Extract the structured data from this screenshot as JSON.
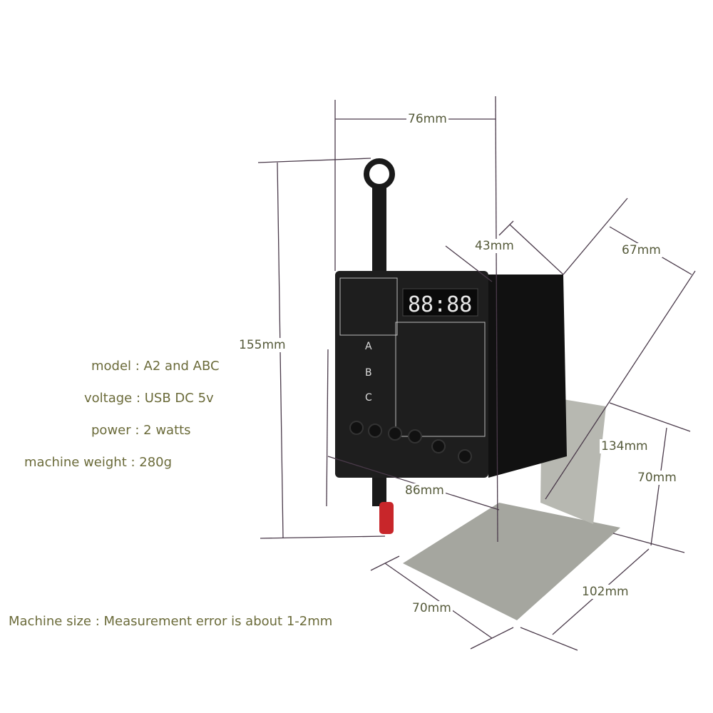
{
  "specs": {
    "model": "model : A2 and ABC",
    "voltage": "voltage :  USB DC 5v",
    "power": "power : 2 watts",
    "weight": "machine weight : 280g"
  },
  "caption": "Machine size : Measurement error is about 1-2mm",
  "dimensions": {
    "width_top": "76mm",
    "height": "155mm",
    "depth_top": "43mm",
    "depth_side": "67mm",
    "stand_diagonal": "134mm",
    "stand_height": "70mm",
    "front_width": "86mm",
    "base_width": "70mm",
    "base_depth": "102mm"
  },
  "device": {
    "display": "88:88",
    "group_labels": [
      "A",
      "B",
      "C"
    ]
  },
  "colors": {
    "text": "#6b6b3a",
    "device": "#1c1c1c",
    "lines": "#4a3a4a",
    "steel": "#a9a9a2",
    "tip": "#c8262a"
  }
}
